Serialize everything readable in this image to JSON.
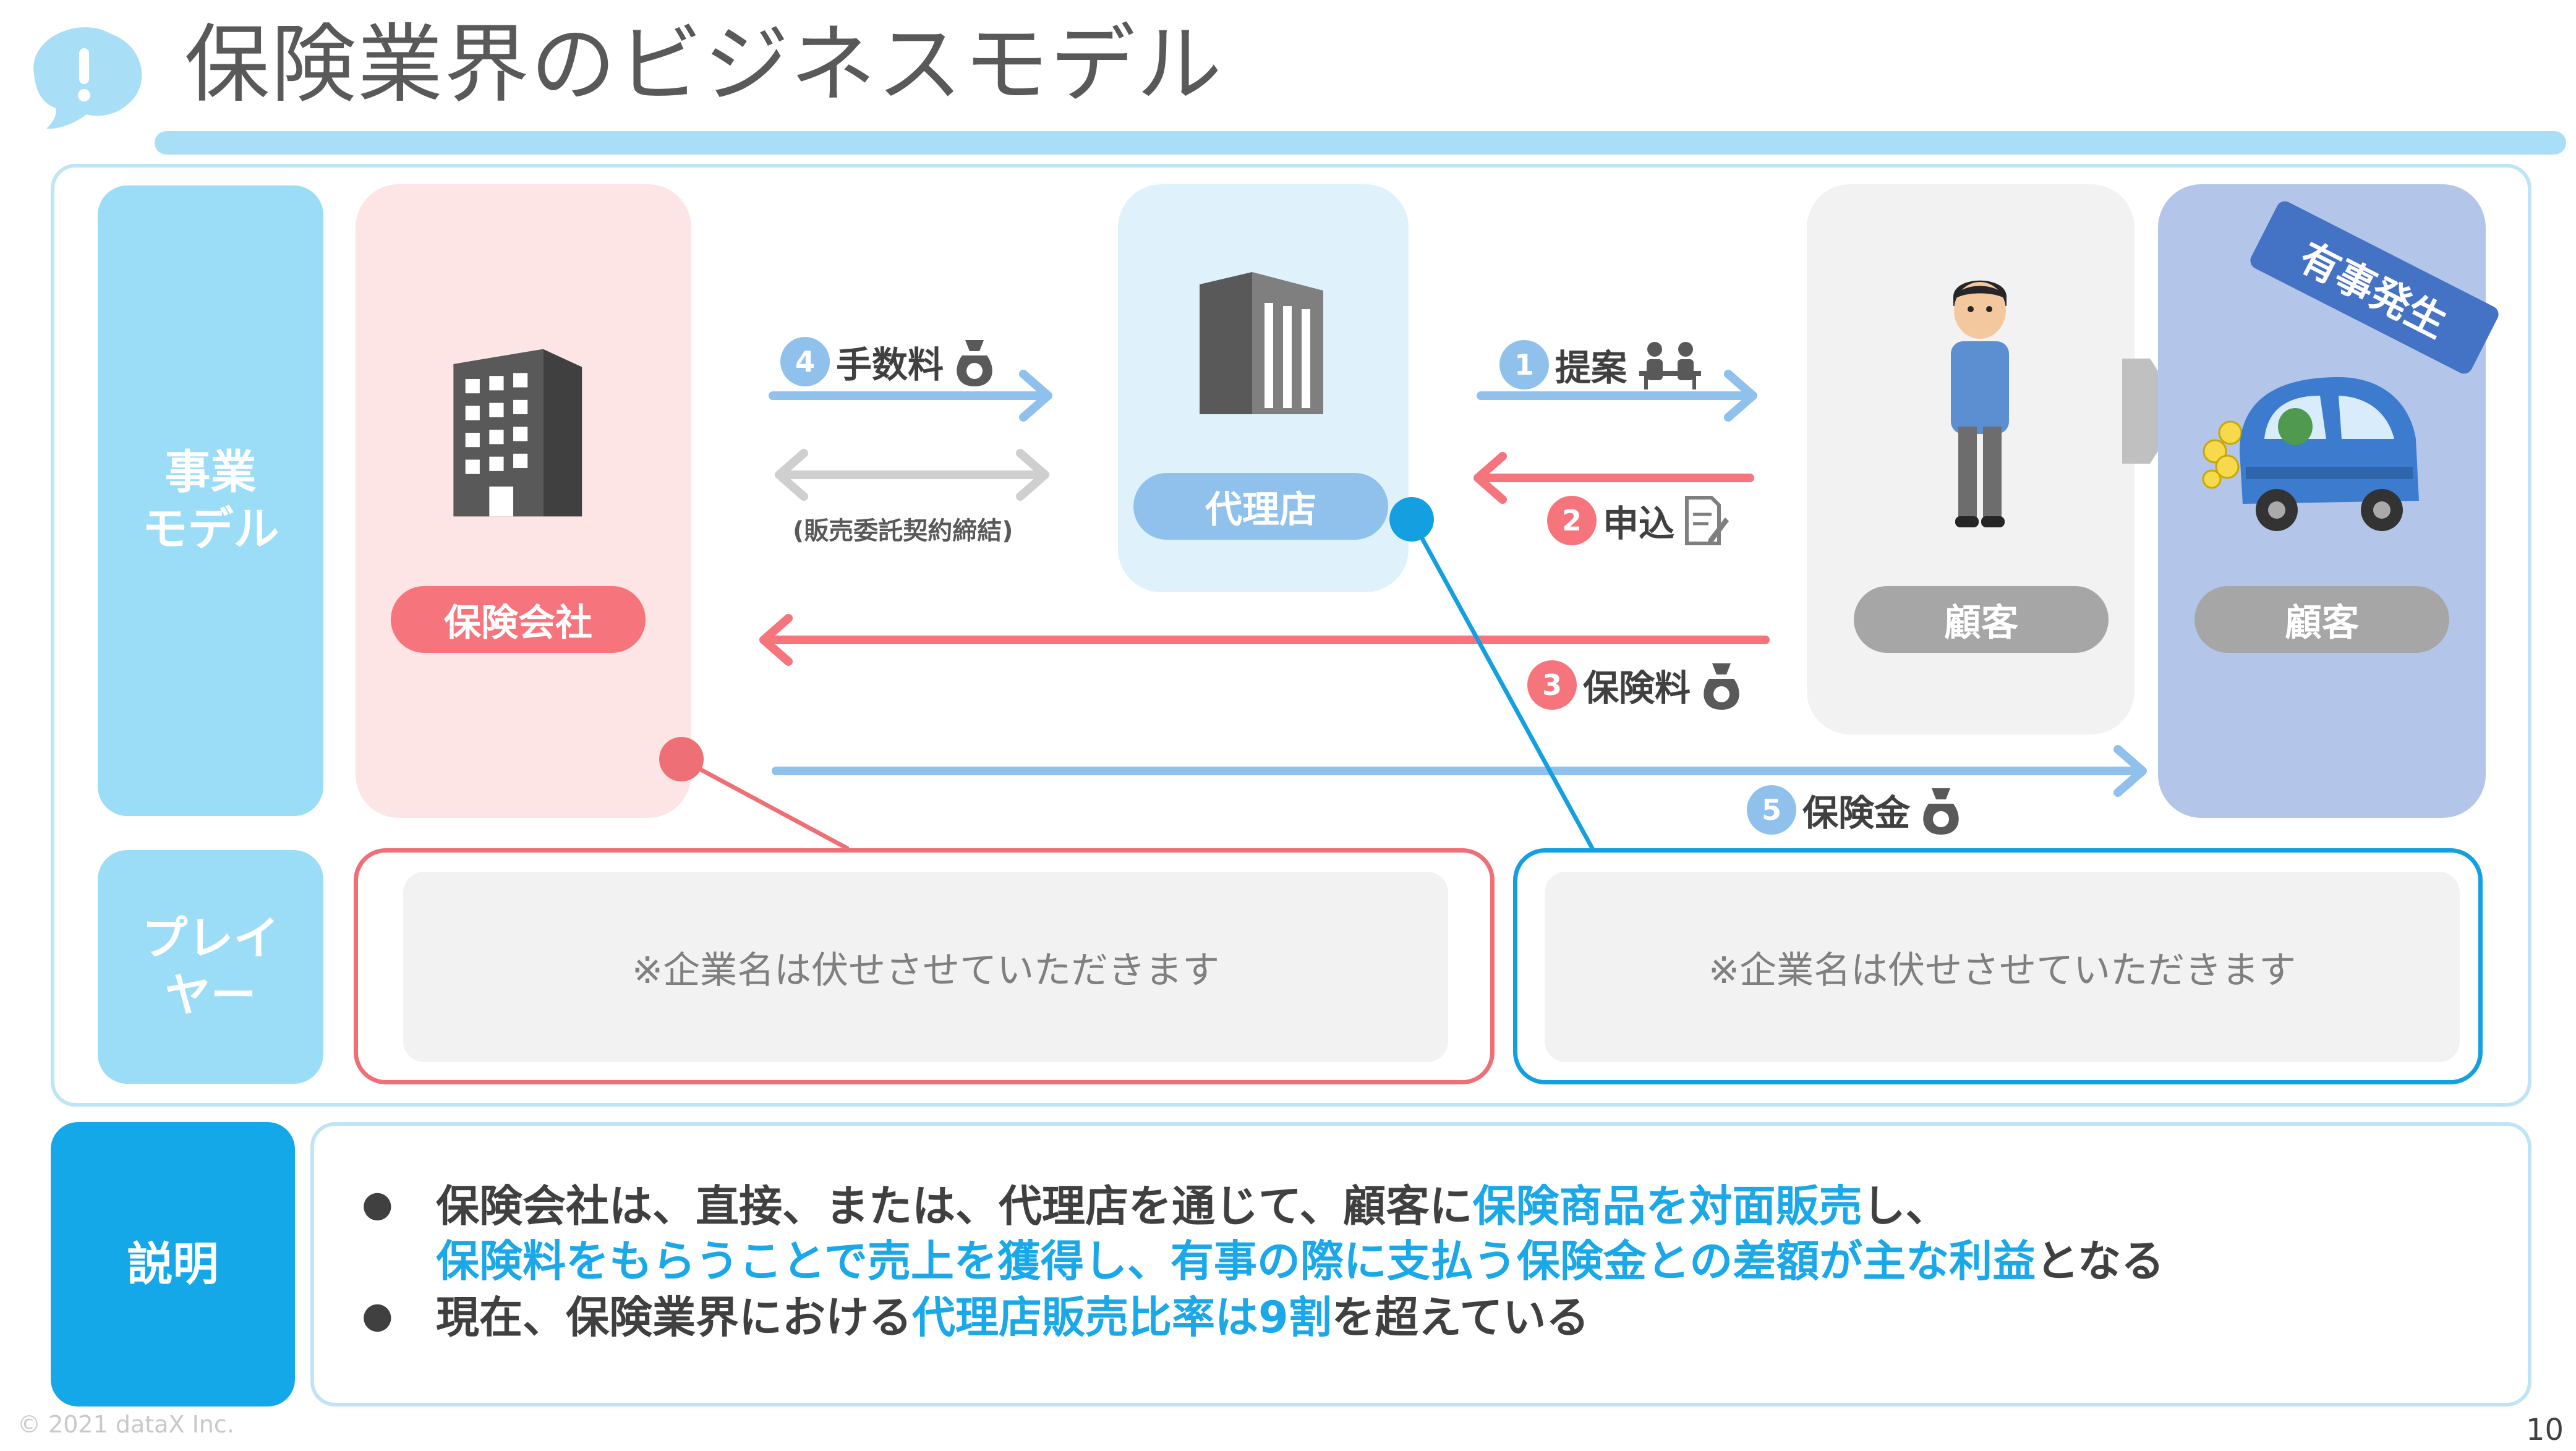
{
  "header": {
    "title": "保険業界のビジネスモデル"
  },
  "labels": {
    "business_model": "事業\nモデル",
    "players": "プレイ\nヤー",
    "explanation": "説明"
  },
  "entities": {
    "insurer": "保険会社",
    "agency": "代理店",
    "customer": "顧客",
    "customer_incident": "顧客",
    "incident_badge": "有事発生"
  },
  "flows": {
    "commission": {
      "num": "4",
      "label": "手数料"
    },
    "contract": "(販売委託契約締結)",
    "proposal": {
      "num": "1",
      "label": "提案"
    },
    "application": {
      "num": "2",
      "label": "申込"
    },
    "premium": {
      "num": "3",
      "label": "保険料"
    },
    "payout": {
      "num": "5",
      "label": "保険金"
    }
  },
  "players": {
    "left_note": "※企業名は伏せさせていただきます",
    "right_note": "※企業名は伏せさせていただきます"
  },
  "explanation": {
    "line1": {
      "a": "保険会社は、直接、または、代理店を通じて、顧客に",
      "b": "保険商品を対面販売",
      "c": "し、"
    },
    "line2": {
      "a": "保険料をもらうことで売上を獲得し、有事の際に支払う保険金との差額が主な利益",
      "b": "となる"
    },
    "line3": {
      "a": "現在、保険業界における",
      "b": "代理店販売比率は9割",
      "c": "を超えている"
    }
  },
  "footer": {
    "copyright": "© 2021 dataX Inc.",
    "page_number": "10"
  },
  "colors": {
    "light_blue": "#9bdcf7",
    "insurer_pink": "#fde4e5",
    "insurer_pill": "#f6747b",
    "agency_bg": "#dff2fc",
    "agency_pill": "#8fc1ec",
    "customer_bg": "#f2f2f2",
    "incident_bg": "#b3c6ea",
    "badge_blue": "#4472c4",
    "highlight": "#1aa8e8",
    "connector_red": "#ee6f76",
    "connector_blue": "#14a0e0"
  }
}
